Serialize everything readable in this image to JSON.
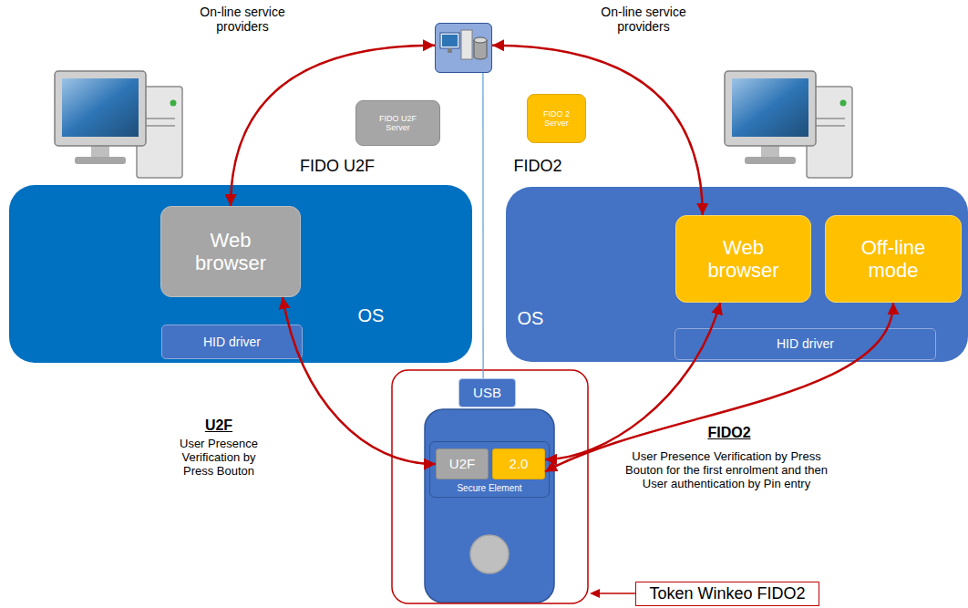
{
  "diagram": {
    "nodes": [
      {
        "text": [
          "On-line service providers",
          "On-line service providers"
        ]
      },
      {
        "text": [
          "FIDO U2F Server"
        ]
      },
      {
        "text": [
          "FIDO 2 Server"
        ]
      },
      {
        "text": [
          "OS"
        ]
      },
      {
        "text": [
          "Web browser"
        ],
        "in": 3
      },
      {
        "text": [
          "HID driver"
        ],
        "in": 3
      },
      {
        "text": [
          "OS"
        ]
      },
      {
        "text": [
          "Web browser"
        ],
        "in": 6
      },
      {
        "text": [
          "Off-line mode"
        ],
        "in": 6
      },
      {
        "text": [
          "HID driver"
        ],
        "in": 6
      },
      {
        "text": [
          "USB"
        ]
      },
      {
        "text": [
          "Secure Element"
        ]
      },
      {
        "text": [
          "U2F"
        ],
        "in": 11
      },
      {
        "text": [
          "2.0"
        ],
        "in": 11
      },
      {
        "text": [
          "Token Winkeo FIDO2"
        ]
      }
    ],
    "edges": [
      {
        "from": 0,
        "to": 4,
        "arrow": "both"
      },
      {
        "from": 0,
        "to": 7,
        "arrow": "both"
      },
      {
        "from": 4,
        "to": 12,
        "arrow": "both"
      },
      {
        "from": 7,
        "to": 13,
        "arrow": "both"
      },
      {
        "from": 8,
        "to": 13,
        "arrow": "both"
      },
      {
        "from": 0,
        "to": 10,
        "arrow": "none"
      }
    ],
    "labels": [
      "FIDO U2F",
      "FIDO2",
      "U2F",
      "User Presence Verification by Press Bouton",
      "FIDO2",
      "User Presence Verification by Press Bouton for the first enrolment and then User authentication by Pin entry"
    ]
  }
}
